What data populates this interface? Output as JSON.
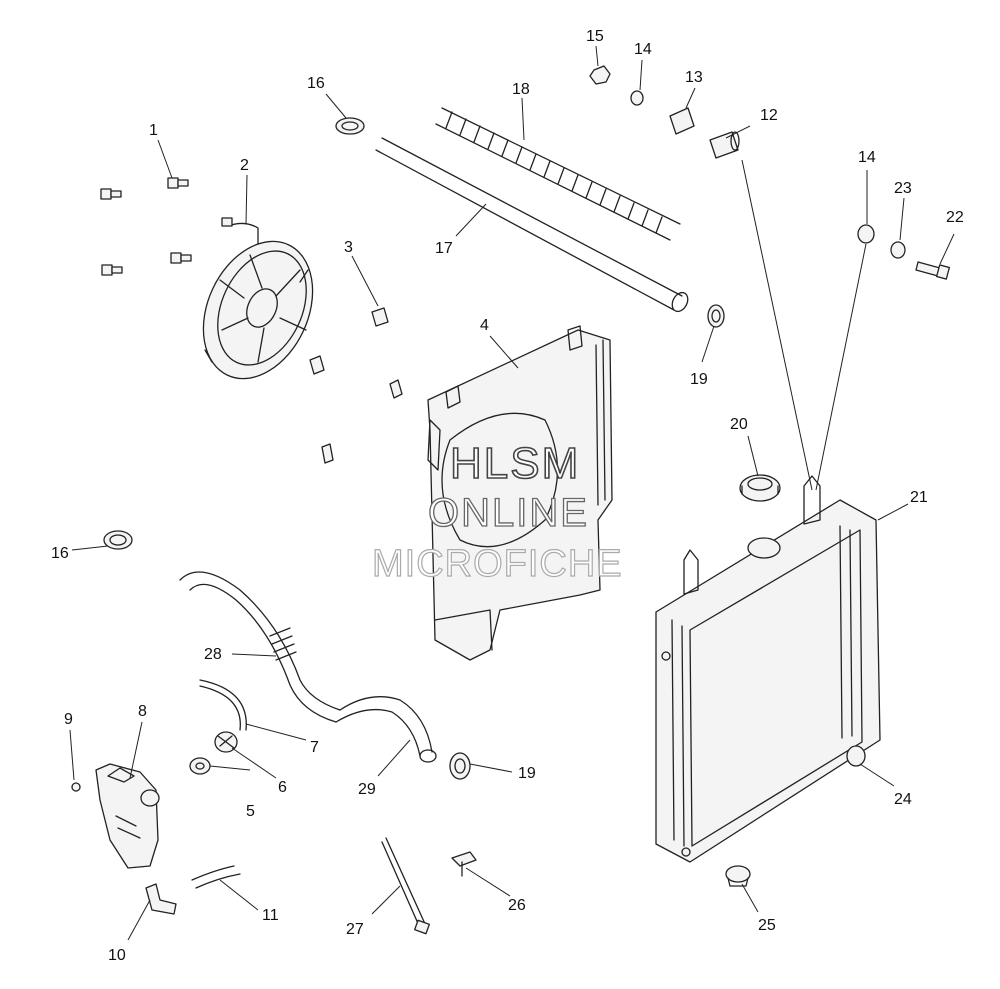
{
  "watermark": {
    "line1": "HLSM",
    "line2": "ONLINE",
    "line3": "MICROFICHE"
  },
  "callouts": [
    "1",
    "2",
    "3",
    "4",
    "5",
    "6",
    "7",
    "8",
    "9",
    "10",
    "11",
    "12",
    "13",
    "14",
    "14",
    "15",
    "16",
    "16",
    "17",
    "18",
    "19",
    "19",
    "20",
    "21",
    "22",
    "23",
    "24",
    "25",
    "26",
    "27",
    "28",
    "29"
  ]
}
